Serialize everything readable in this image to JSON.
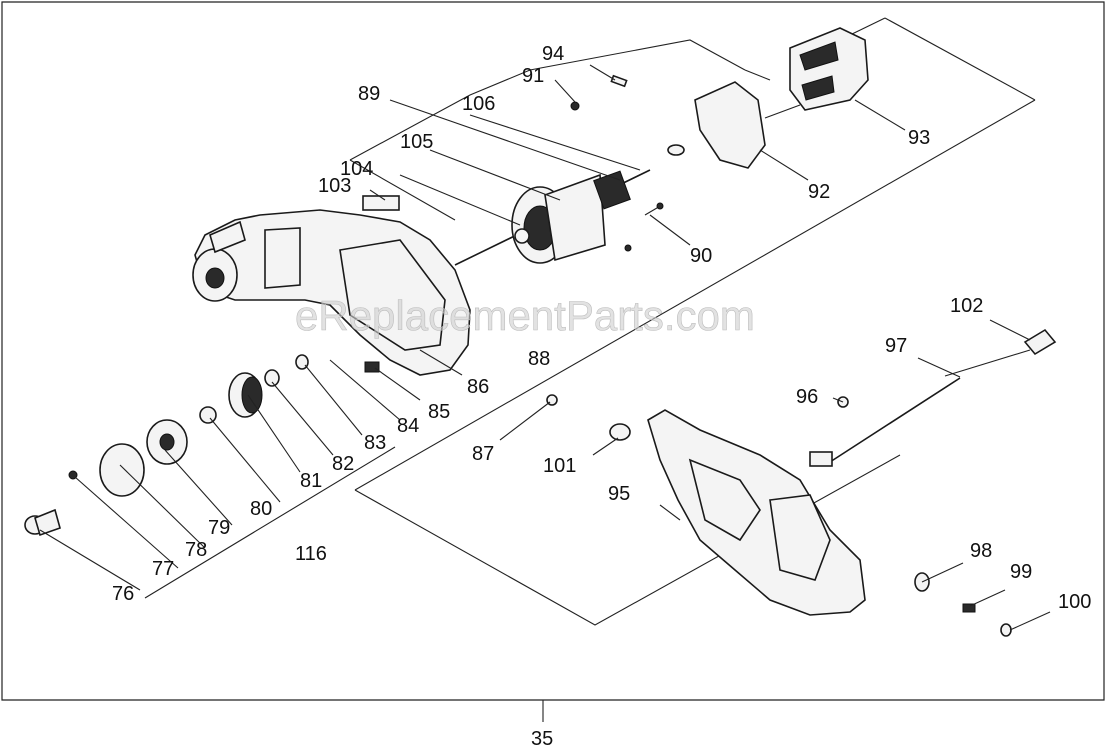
{
  "watermark": "eReplacementParts.com",
  "callouts": [
    "76",
    "77",
    "78",
    "79",
    "80",
    "81",
    "82",
    "83",
    "84",
    "85",
    "86",
    "87",
    "88",
    "89",
    "90",
    "91",
    "92",
    "93",
    "94",
    "95",
    "96",
    "97",
    "98",
    "99",
    "100",
    "101",
    "102",
    "103",
    "104",
    "105",
    "106",
    "116",
    "35"
  ]
}
